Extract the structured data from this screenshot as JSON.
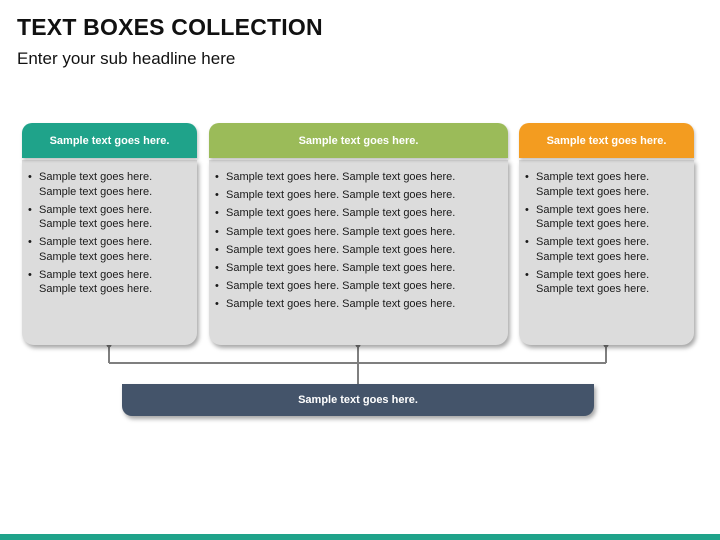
{
  "title": "TEXT BOXES COLLECTION",
  "subtitle": "Enter your sub headline here",
  "colors": {
    "left_header": "#1fa38a",
    "center_header": "#9bbb59",
    "right_header": "#f39c20",
    "bottom_bar": "#44546a",
    "card_body": "#dcdcdc",
    "connector": "#7f7f7f"
  },
  "left_card": {
    "header": "Sample text goes here.",
    "items": [
      "Sample text goes here. Sample text goes here.",
      "Sample text goes here. Sample text goes here.",
      "Sample text goes here. Sample text goes here.",
      "Sample text goes here. Sample text goes here."
    ]
  },
  "center_card": {
    "header": "Sample text goes here.",
    "items": [
      "Sample text goes here. Sample text goes here.",
      "Sample text goes here. Sample text goes here.",
      "Sample text goes here. Sample text goes here.",
      "Sample text goes here. Sample text goes here.",
      "Sample text goes here. Sample text goes here.",
      "Sample text goes here. Sample text goes here.",
      "Sample text goes here. Sample text goes here.",
      "Sample text goes here. Sample text goes here."
    ]
  },
  "right_card": {
    "header": "Sample text goes here.",
    "items": [
      "Sample text goes here. Sample text goes here.",
      "Sample text goes here. Sample text goes here.",
      "Sample text goes here. Sample text goes here.",
      "Sample text goes here. Sample text goes here."
    ]
  },
  "bottom_bar": {
    "label": "Sample text goes here."
  }
}
